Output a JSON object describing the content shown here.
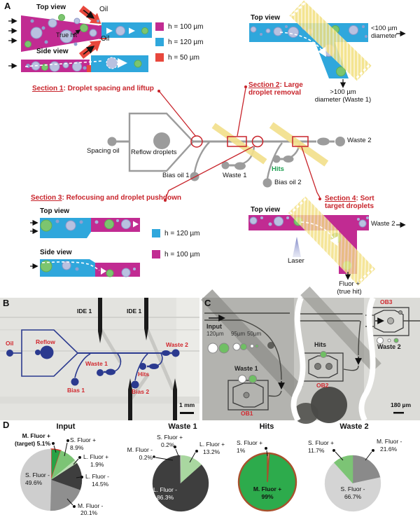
{
  "panels": {
    "a": {
      "label": "A",
      "top_view_1": "Top view",
      "side_view_1": "Side view",
      "oil_top": "Oil",
      "oil_bottom": "Oil",
      "true_hit": "True hit",
      "legend1": [
        {
          "color": "#C12B92",
          "label": "h = 100 µm"
        },
        {
          "color": "#2FA7DC",
          "label": "h = 120 µm"
        },
        {
          "color": "#E8473C",
          "label": "h = 50 µm"
        }
      ],
      "top_view_2": "Top view",
      "small_drop_line1": "<100 µm",
      "small_drop_line2": "diameter",
      "large_drop_line1": ">100 µm",
      "large_drop_line2": "diameter (Waste 1)",
      "section1_num": "Section 1",
      "section1_rest": ": Droplet spacing and liftup",
      "section2_num": "Section 2",
      "section2_rest": ": Large droplet removal",
      "section3_num": "Section 3",
      "section3_rest": ": Refocusing and droplet pushdown",
      "section4_num": "Section 4",
      "section4_rest": ": Sort target droplets",
      "spacing_oil": "Spacing oil",
      "reflow_droplets": "Reflow droplets",
      "bias_oil_1": "Bias oil 1",
      "waste_1": "Waste 1",
      "hits": "Hits",
      "bias_oil_2": "Bias oil 2",
      "waste_2": "Waste 2",
      "top_view_3": "Top view",
      "side_view_3": "Side view",
      "legend2": [
        {
          "color": "#2FA7DC",
          "label": "h = 120 µm"
        },
        {
          "color": "#C12B92",
          "label": "h = 100 µm"
        }
      ],
      "top_view_4": "Top view",
      "waste_2_out": "Waste 2",
      "laser": "Laser",
      "fluor_line1": "Fluor +",
      "fluor_line2": "(true hit)"
    },
    "b": {
      "label": "B",
      "ide_left": "IDE 1",
      "ide_right": "IDE 1",
      "oil": "Oil",
      "reflow": "Reflow",
      "waste_1": "Waste 1",
      "bias_1": "Bias 1",
      "hits": "Hits",
      "bias_2": "Bias 2",
      "waste_2": "Waste 2",
      "scale": "1 mm"
    },
    "c": {
      "label": "C",
      "input": "Input",
      "size_1": "120µm",
      "size_2": "95µm",
      "size_3": "50µm",
      "waste_1": "Waste 1",
      "hits": "Hits",
      "waste_2": "Waste 2",
      "ob1": "OB1",
      "ob2": "OB2",
      "ob3": "OB3",
      "scale": "180 µm"
    },
    "d": {
      "label": "D"
    }
  },
  "chart_data": [
    {
      "type": "pie",
      "title": "Input",
      "slices": [
        {
          "label": "M. Fluor +",
          "pct": "(target) 5.1%",
          "value": 5.1,
          "color": "#28A245",
          "stroke": "#D8322B"
        },
        {
          "label": "S. Fluor +",
          "pct": "8.9%",
          "value": 8.9,
          "color": "#7CC475"
        },
        {
          "label": "L. Fluor +",
          "pct": "1.9%",
          "value": 1.9,
          "color": "#BCDFB4"
        },
        {
          "label": "L. Fluor -",
          "pct": "14.5%",
          "value": 14.5,
          "color": "#3E3E3E"
        },
        {
          "label": "M. Fluor -",
          "pct": "20.1%",
          "value": 20.1,
          "color": "#8F8F8F"
        },
        {
          "label": "S. Fluor -",
          "pct": "49.6%",
          "value": 49.6,
          "color": "#CECECE"
        }
      ]
    },
    {
      "type": "pie",
      "title": "Waste 1",
      "slices": [
        {
          "label": "S. Fluor +",
          "pct": "0.2%",
          "value": 0.2,
          "color": "#F5F5F5"
        },
        {
          "label": "L. Fluor +",
          "pct": "13.2%",
          "value": 13.2,
          "color": "#A9D7A0"
        },
        {
          "label": "L. Fluor -",
          "pct": "86.3%",
          "value": 86.3,
          "color": "#3E3E3E"
        },
        {
          "label": "M. Fluor -",
          "pct": "0.2%",
          "value": 0.2,
          "color": "#BFBFBF"
        }
      ]
    },
    {
      "type": "pie",
      "title": "Hits",
      "outline": "#A8502C",
      "slices": [
        {
          "label": "S. Fluor +",
          "pct": "1%",
          "value": 1,
          "color": "#EFE9E2",
          "stroke": "#A8502C"
        },
        {
          "label": "M. Fluor +",
          "pct": "99%",
          "value": 99,
          "color": "#2DAB4C",
          "stroke": "#A8502C"
        }
      ]
    },
    {
      "type": "pie",
      "title": "Waste 2",
      "slices": [
        {
          "label": "M. Fluor -",
          "pct": "21.6%",
          "value": 21.6,
          "color": "#8A8A8A"
        },
        {
          "label": "S. Fluor -",
          "pct": "66.7%",
          "value": 66.7,
          "color": "#D4D4D4"
        },
        {
          "label": "S. Fluor +",
          "pct": "11.7%",
          "value": 11.7,
          "color": "#7CC475"
        }
      ]
    }
  ]
}
